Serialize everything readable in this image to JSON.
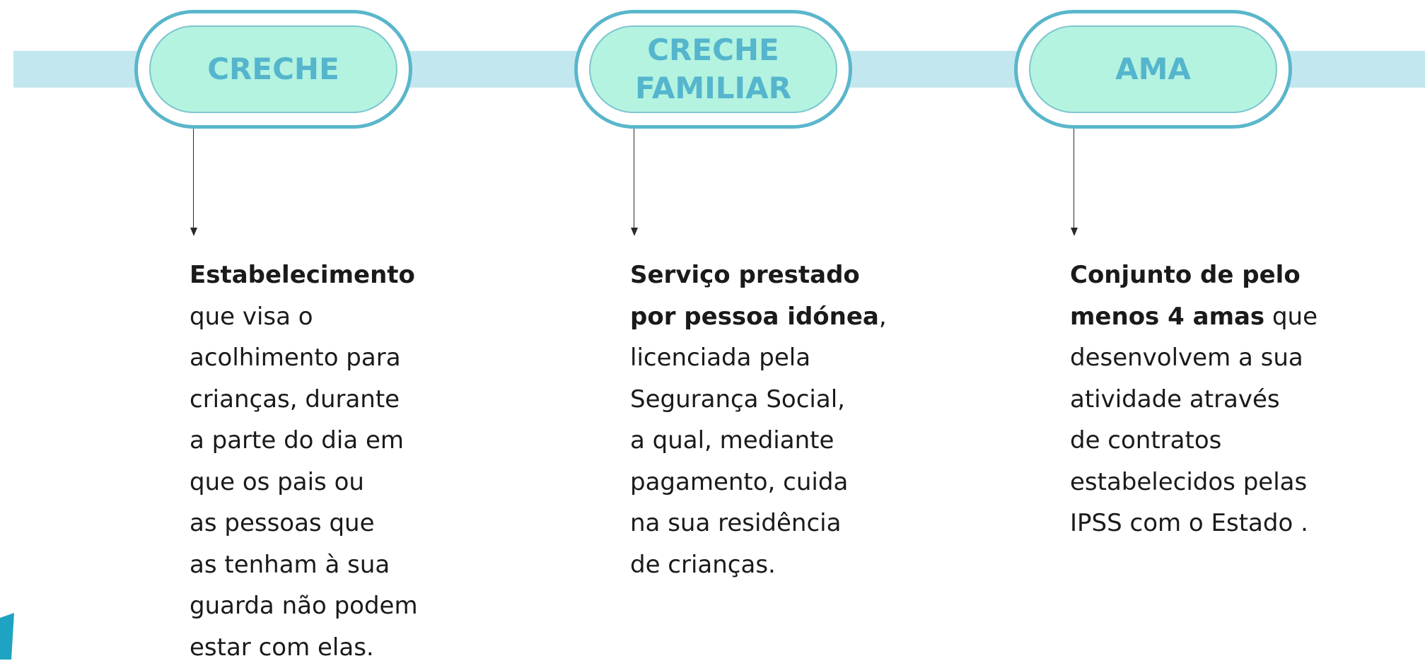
{
  "columns": [
    {
      "title": "CRECHE",
      "description_lines": [
        {
          "bold": "Estabelecimento",
          "normal": ""
        },
        {
          "bold": "",
          "normal": "que visa o"
        },
        {
          "bold": "",
          "normal": "acolhimento para"
        },
        {
          "bold": "",
          "normal": "crianças, durante"
        },
        {
          "bold": "",
          "normal": "a parte do dia em"
        },
        {
          "bold": "",
          "normal": "que os pais ou"
        },
        {
          "bold": "",
          "normal": "as pessoas que"
        },
        {
          "bold": "",
          "normal": "as tenham à sua"
        },
        {
          "bold": "",
          "normal": "guarda não podem"
        },
        {
          "bold": "",
          "normal": "estar com elas."
        }
      ]
    },
    {
      "title": "CRECHE\nFAMILIAR",
      "description_lines": [
        {
          "bold": "Serviço prestado",
          "normal": ""
        },
        {
          "bold": "por pessoa idónea",
          "normal": ","
        },
        {
          "bold": "",
          "normal": "licenciada pela"
        },
        {
          "bold": "",
          "normal": "Segurança Social,"
        },
        {
          "bold": "",
          "normal": "a qual, mediante"
        },
        {
          "bold": "",
          "normal": "pagamento, cuida"
        },
        {
          "bold": "",
          "normal": "na sua residência"
        },
        {
          "bold": "",
          "normal": "de crianças."
        }
      ]
    },
    {
      "title": "AMA",
      "description_lines": [
        {
          "bold": "Conjunto de pelo",
          "normal": ""
        },
        {
          "bold": "menos 4 amas",
          "normal": " que"
        },
        {
          "bold": "",
          "normal": "desenvolvem a sua"
        },
        {
          "bold": "",
          "normal": "atividade através"
        },
        {
          "bold": "",
          "normal": "de contratos"
        },
        {
          "bold": "",
          "normal": "estabelecidos pelas"
        },
        {
          "bold": "",
          "normal": "IPSS com o Estado ."
        }
      ]
    }
  ],
  "colors": {
    "track": "#c3e7ee",
    "pill_border": "#5ab6cb",
    "pill_fill": "#b3f3e0",
    "pill_text": "#55b5cd",
    "body_text": "#1a1a1a",
    "deco_shape": "#1fa3c2"
  }
}
